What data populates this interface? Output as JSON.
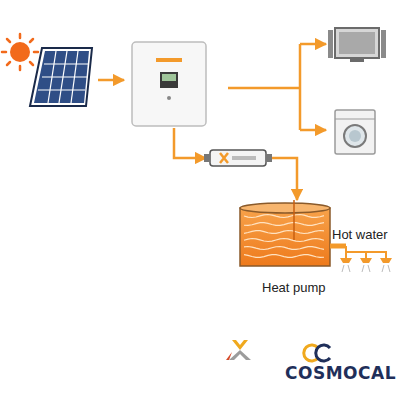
{
  "diagram": {
    "labels": [
      "Hot water",
      "Heat pump",
      "COSMOCAL"
    ]
  }
}
